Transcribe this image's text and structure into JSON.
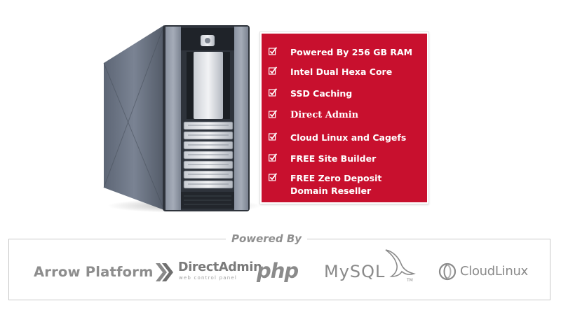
{
  "features": {
    "items": [
      {
        "label": "Powered By 256 GB RAM"
      },
      {
        "label": "Intel Dual Hexa Core"
      },
      {
        "label": "SSD Caching"
      },
      {
        "label": "Direct Admin"
      },
      {
        "label": "Cloud Linux and Cagefs"
      },
      {
        "label": "FREE Site Builder"
      },
      {
        "label": "FREE Zero Deposit Domain Reseller"
      }
    ],
    "icon": "checkbox-checked-icon",
    "background_color": "#c8102e"
  },
  "powered_by": {
    "title": "Powered By",
    "logos": {
      "arrow_platform": "Arrow Platform",
      "directadmin_name": "DirectAdmin",
      "directadmin_tagline": "web control panel",
      "php": "php",
      "mysql": "MySQL",
      "mysql_tm": "TM",
      "cloudlinux": "CloudLinux"
    }
  },
  "server": {
    "icon": "server-tower-icon"
  }
}
